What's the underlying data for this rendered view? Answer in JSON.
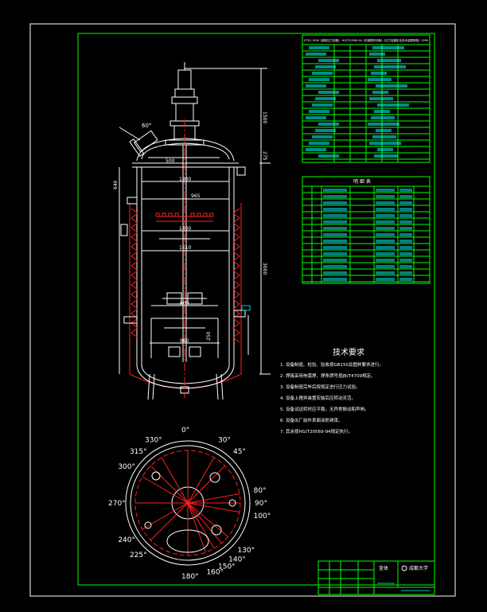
{
  "parts_header": "ST30-1998《钢制压力容器》 HG/T20569-94《机械搅拌设备》《压力容器安全技术监察规程》1999",
  "parts_table_title": "明 细 表",
  "tech_title": "技术要求",
  "tech_req": [
    "1. 设备制造、检验、验收按GB150及图样要求进行。",
    "2. 焊接采用电弧焊，焊条牌号按JB/T4709规定。",
    "3. 设备制造完毕后按规定进行压力试验。",
    "4. 设备上搅拌装置安装后应转动灵活。",
    "5. 设备试运转时应平稳，无异常振动和声响。",
    "6. 设备出厂前外表面涂防锈漆。",
    "7. 其余按HG/T20569-94规定执行。"
  ],
  "dims": {
    "d_top_1": "500",
    "d_top_2": "1500",
    "d_275": "275",
    "d_height": "3000",
    "d_965": "965",
    "d_1800": "1800",
    "d_1610": "1610",
    "d_1400": "1400",
    "d_960": "960",
    "d_600": "600",
    "d_640": "640",
    "d_250": "250",
    "angle_60": "60°"
  },
  "angles": [
    "0°",
    "30°",
    "45°",
    "80°",
    "90°",
    "100°",
    "130°",
    "140°",
    "150°",
    "160°",
    "180°",
    "225°",
    "240°",
    "270°",
    "300°",
    "315°",
    "330°"
  ],
  "title_block": {
    "school": "成都大学",
    "title_cell": "釜体"
  }
}
